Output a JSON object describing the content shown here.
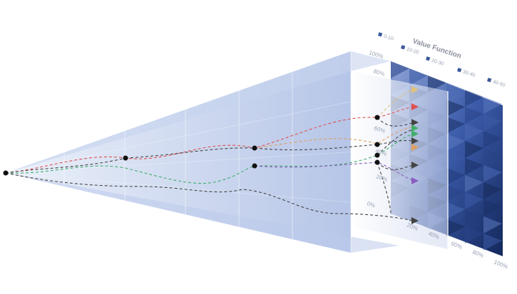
{
  "legend": {
    "title": "Value Function",
    "items": [
      "0-10",
      "10-20",
      "20-30",
      "30-40",
      "40-50"
    ]
  },
  "surface_y_ticks": [
    "100%",
    "80%",
    "60%",
    "40%",
    "20%",
    "0%"
  ],
  "surface_x_ticks": [
    "20%",
    "40%",
    "60%",
    "80%",
    "100%"
  ],
  "surface_x_title": "",
  "surface_y_title": "",
  "colors": {
    "cone_light": "#d6dff2",
    "cone_mid": "#b7c6e8",
    "cone_dark": "#9eb0dc",
    "surface_dark": "#1d3572",
    "surface_mid": "#3a5aa8",
    "surface_light": "#8fa4d6",
    "arrow_red": "#e05050",
    "arrow_orange": "#e0a060",
    "arrow_green": "#3fae6a",
    "arrow_purple": "#8a5cc0",
    "arrow_gray": "#444444",
    "legend_swatch": "#3b5998"
  }
}
